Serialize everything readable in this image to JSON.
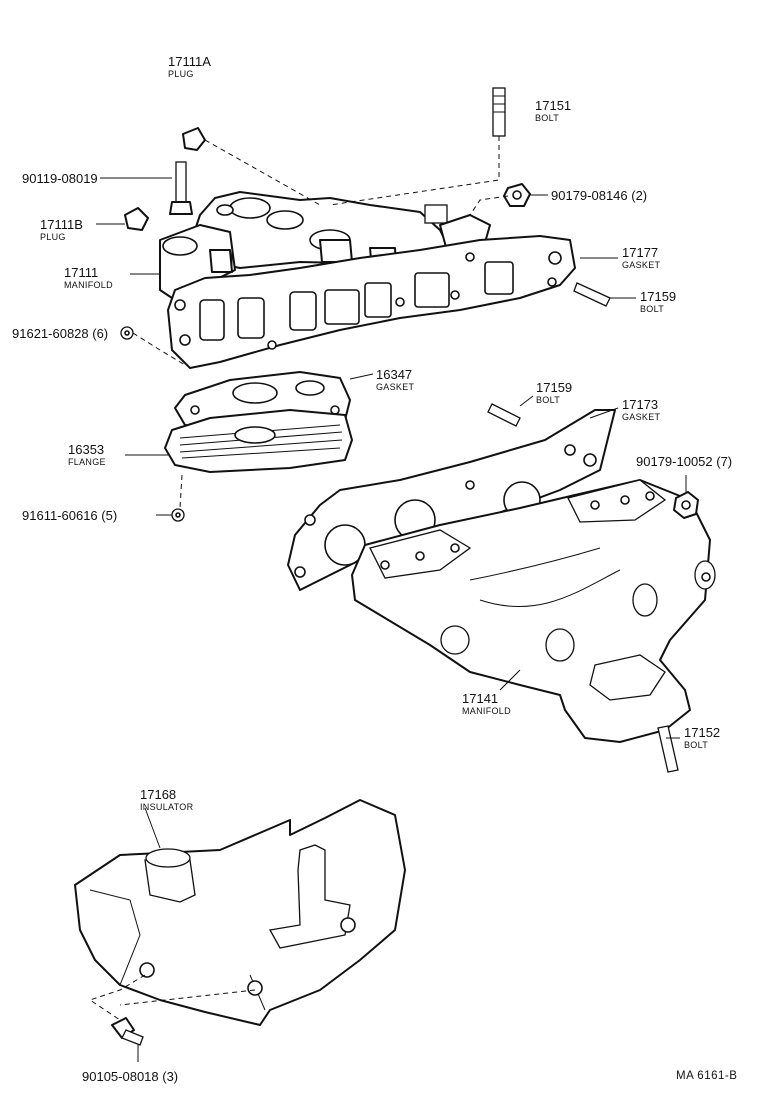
{
  "callouts": {
    "plug_17111a": {
      "number": "17111A",
      "name": "PLUG"
    },
    "bolt_17151": {
      "number": "17151",
      "name": "BOLT"
    },
    "bolt_90119": {
      "number": "90119-08019"
    },
    "nut_90179_08146": {
      "number": "90179-08146 (2)"
    },
    "plug_17111b": {
      "number": "17111B",
      "name": "PLUG"
    },
    "manifold_17111": {
      "number": "17111",
      "name": "MANIFOLD"
    },
    "gasket_17177": {
      "number": "17177",
      "name": "GASKET"
    },
    "bolt_17159_upper": {
      "number": "17159",
      "name": "BOLT"
    },
    "nut_91621": {
      "number": "91621-60828 (6)"
    },
    "gasket_16347": {
      "number": "16347",
      "name": "GASKET"
    },
    "bolt_17159_lower": {
      "number": "17159",
      "name": "BOLT"
    },
    "gasket_17173": {
      "number": "17173",
      "name": "GASKET"
    },
    "flange_16353": {
      "number": "16353",
      "name": "FLANGE"
    },
    "nut_90179_10052": {
      "number": "90179-10052 (7)"
    },
    "nut_91611": {
      "number": "91611-60616 (5)"
    },
    "manifold_17141": {
      "number": "17141",
      "name": "MANIFOLD"
    },
    "bolt_17152": {
      "number": "17152",
      "name": "BOLT"
    },
    "insulator_17168": {
      "number": "17168",
      "name": "INSULATOR"
    },
    "bolt_90105": {
      "number": "90105-08018 (3)"
    }
  },
  "figure_ref": "MA 6161-B"
}
